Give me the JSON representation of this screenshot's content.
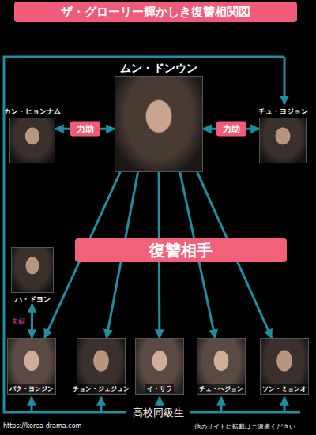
{
  "diagram": {
    "title": "ザ・グローリー輝かしき復讐相関図",
    "nodes": [
      {
        "text": [
          "ムン・ドンウン"
        ]
      },
      {
        "text": [
          "カン・ヒョンナム"
        ]
      },
      {
        "text": [
          "チュ・ヨジョン"
        ]
      },
      {
        "text": [
          "復讐相手"
        ]
      },
      {
        "text": [
          "ハ・ドヨン"
        ]
      },
      {
        "text": [
          "パク・ヨンジン"
        ]
      },
      {
        "text": [
          "チョン・ジェジュン"
        ]
      },
      {
        "text": [
          "イ・サラ"
        ]
      },
      {
        "text": [
          "チェ・ヘジョン"
        ]
      },
      {
        "text": [
          "ソン・ミョンオ"
        ]
      }
    ],
    "edges": [
      {
        "from": 1,
        "to": 0,
        "label": "力助",
        "arrow": "both"
      },
      {
        "from": 0,
        "to": 2,
        "label": "力助",
        "arrow": "both"
      },
      {
        "from": 0,
        "to": 5,
        "arrow": "to"
      },
      {
        "from": 0,
        "to": 6,
        "arrow": "to"
      },
      {
        "from": 0,
        "to": 7,
        "arrow": "to"
      },
      {
        "from": 0,
        "to": 8,
        "arrow": "to"
      },
      {
        "from": 0,
        "to": 9,
        "arrow": "to"
      },
      {
        "from": 4,
        "to": 5,
        "label": "夫婦",
        "arrow": "both"
      }
    ],
    "labels": [
      "高校同級生",
      "https://korea-drama.com",
      "他のサイトに転載はご遠慮ください"
    ]
  }
}
